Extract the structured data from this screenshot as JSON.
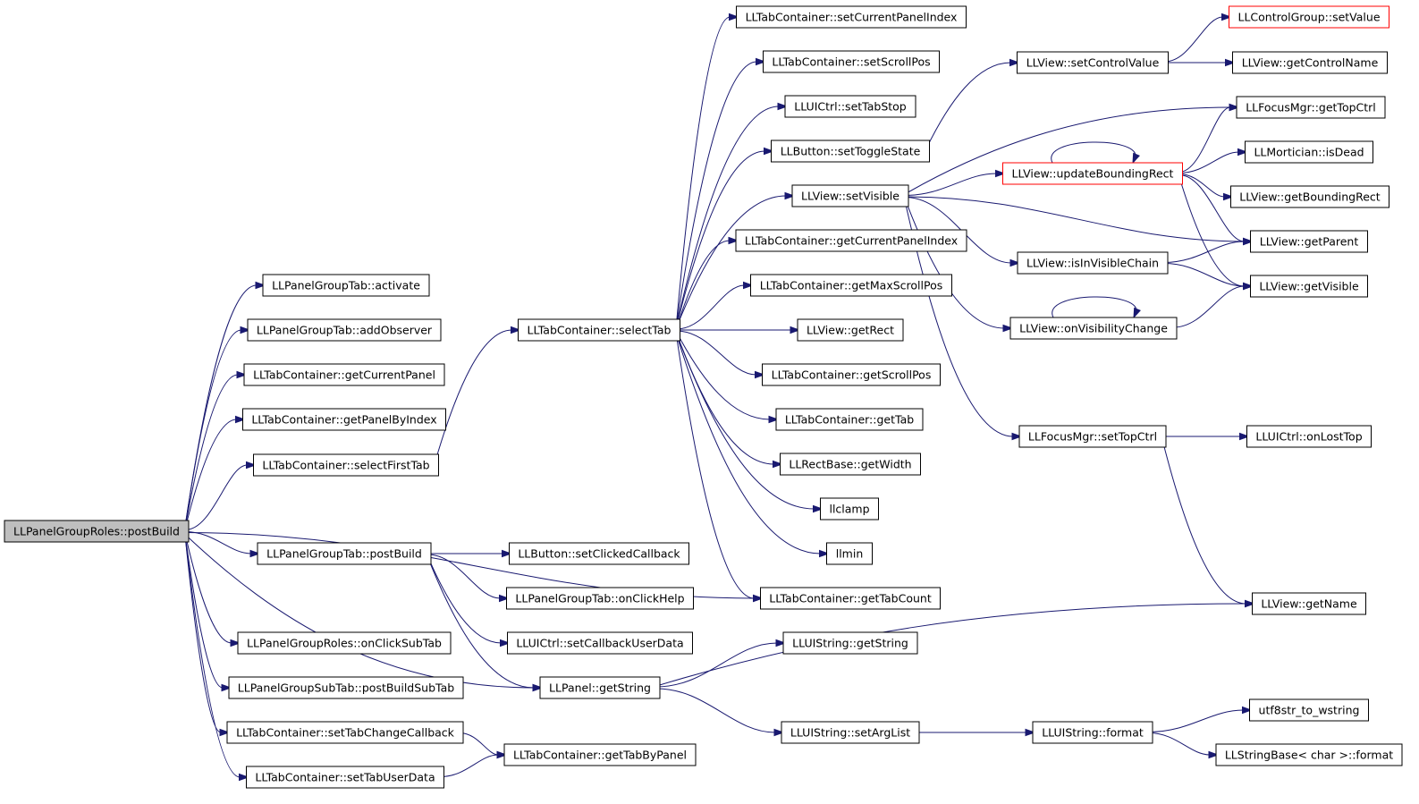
{
  "graph": {
    "nodes": [
      {
        "id": "n0",
        "label": "LLPanelGroupRoles::postBuild",
        "style": "root"
      },
      {
        "id": "n1",
        "label": "LLPanelGroupTab::activate"
      },
      {
        "id": "n2",
        "label": "LLPanelGroupTab::addObserver"
      },
      {
        "id": "n3",
        "label": "LLTabContainer::getCurrentPanel"
      },
      {
        "id": "n4",
        "label": "LLTabContainer::getPanelByIndex"
      },
      {
        "id": "n5",
        "label": "LLTabContainer::selectFirstTab"
      },
      {
        "id": "n6",
        "label": "LLPanelGroupTab::postBuild"
      },
      {
        "id": "n7",
        "label": "LLPanelGroupRoles::onClickSubTab"
      },
      {
        "id": "n8",
        "label": "LLPanelGroupSubTab::postBuildSubTab"
      },
      {
        "id": "n9",
        "label": "LLTabContainer::setTabChangeCallback"
      },
      {
        "id": "n10",
        "label": "LLTabContainer::setTabUserData"
      },
      {
        "id": "n11",
        "label": "LLTabContainer::selectTab"
      },
      {
        "id": "n12",
        "label": "LLButton::setClickedCallback"
      },
      {
        "id": "n13",
        "label": "LLPanelGroupTab::onClickHelp"
      },
      {
        "id": "n14",
        "label": "LLUICtrl::setCallbackUserData"
      },
      {
        "id": "n15",
        "label": "LLPanel::getString"
      },
      {
        "id": "n16",
        "label": "LLTabContainer::getTabByPanel"
      },
      {
        "id": "n17",
        "label": "LLTabContainer::setCurrentPanelIndex"
      },
      {
        "id": "n18",
        "label": "LLTabContainer::setScrollPos"
      },
      {
        "id": "n19",
        "label": "LLUICtrl::setTabStop"
      },
      {
        "id": "n20",
        "label": "LLButton::setToggleState"
      },
      {
        "id": "n21",
        "label": "LLView::setVisible"
      },
      {
        "id": "n22",
        "label": "LLTabContainer::getCurrentPanelIndex"
      },
      {
        "id": "n23",
        "label": "LLTabContainer::getMaxScrollPos"
      },
      {
        "id": "n24",
        "label": "LLView::getRect"
      },
      {
        "id": "n25",
        "label": "LLTabContainer::getScrollPos"
      },
      {
        "id": "n26",
        "label": "LLTabContainer::getTab"
      },
      {
        "id": "n27",
        "label": "LLRectBase::getWidth"
      },
      {
        "id": "n28",
        "label": "llclamp"
      },
      {
        "id": "n29",
        "label": "llmin"
      },
      {
        "id": "n30",
        "label": "LLTabContainer::getTabCount"
      },
      {
        "id": "n31",
        "label": "LLUIString::getString"
      },
      {
        "id": "n32",
        "label": "LLUIString::setArgList"
      },
      {
        "id": "n33",
        "label": "LLView::setControlValue"
      },
      {
        "id": "n34",
        "label": "LLView::updateBoundingRect",
        "style": "truncated"
      },
      {
        "id": "n35",
        "label": "LLView::isInVisibleChain"
      },
      {
        "id": "n36",
        "label": "LLView::onVisibilityChange"
      },
      {
        "id": "n37",
        "label": "LLFocusMgr::setTopCtrl"
      },
      {
        "id": "n38",
        "label": "LLUIString::format"
      },
      {
        "id": "n39",
        "label": "LLControlGroup::setValue",
        "style": "truncated"
      },
      {
        "id": "n40",
        "label": "LLView::getControlName"
      },
      {
        "id": "n41",
        "label": "LLFocusMgr::getTopCtrl"
      },
      {
        "id": "n42",
        "label": "LLMortician::isDead"
      },
      {
        "id": "n43",
        "label": "LLView::getBoundingRect"
      },
      {
        "id": "n44",
        "label": "LLView::getParent"
      },
      {
        "id": "n45",
        "label": "LLView::getVisible"
      },
      {
        "id": "n46",
        "label": "LLUICtrl::onLostTop"
      },
      {
        "id": "n47",
        "label": "LLView::getName"
      },
      {
        "id": "n48",
        "label": "utf8str_to_wstring"
      },
      {
        "id": "n49",
        "label": "LLStringBase< char >::format"
      }
    ],
    "edges": [
      {
        "from": "n0",
        "to": "n1"
      },
      {
        "from": "n0",
        "to": "n2"
      },
      {
        "from": "n0",
        "to": "n3"
      },
      {
        "from": "n0",
        "to": "n4"
      },
      {
        "from": "n0",
        "to": "n5"
      },
      {
        "from": "n0",
        "to": "n6"
      },
      {
        "from": "n0",
        "to": "n7"
      },
      {
        "from": "n0",
        "to": "n8"
      },
      {
        "from": "n0",
        "to": "n9"
      },
      {
        "from": "n0",
        "to": "n10"
      },
      {
        "from": "n0",
        "to": "n30"
      },
      {
        "from": "n0",
        "to": "n15"
      },
      {
        "from": "n5",
        "to": "n11"
      },
      {
        "from": "n6",
        "to": "n12"
      },
      {
        "from": "n6",
        "to": "n13"
      },
      {
        "from": "n6",
        "to": "n14"
      },
      {
        "from": "n6",
        "to": "n15"
      },
      {
        "from": "n9",
        "to": "n16"
      },
      {
        "from": "n10",
        "to": "n16"
      },
      {
        "from": "n11",
        "to": "n17"
      },
      {
        "from": "n11",
        "to": "n18"
      },
      {
        "from": "n11",
        "to": "n19"
      },
      {
        "from": "n11",
        "to": "n20"
      },
      {
        "from": "n11",
        "to": "n21"
      },
      {
        "from": "n11",
        "to": "n22"
      },
      {
        "from": "n11",
        "to": "n23"
      },
      {
        "from": "n11",
        "to": "n24"
      },
      {
        "from": "n11",
        "to": "n25"
      },
      {
        "from": "n11",
        "to": "n26"
      },
      {
        "from": "n11",
        "to": "n27"
      },
      {
        "from": "n11",
        "to": "n28"
      },
      {
        "from": "n11",
        "to": "n29"
      },
      {
        "from": "n11",
        "to": "n30"
      },
      {
        "from": "n15",
        "to": "n31"
      },
      {
        "from": "n15",
        "to": "n32"
      },
      {
        "from": "n15",
        "to": "n47"
      },
      {
        "from": "n20",
        "to": "n33"
      },
      {
        "from": "n21",
        "to": "n34"
      },
      {
        "from": "n21",
        "to": "n35"
      },
      {
        "from": "n21",
        "to": "n36"
      },
      {
        "from": "n21",
        "to": "n37"
      },
      {
        "from": "n21",
        "to": "n41"
      },
      {
        "from": "n21",
        "to": "n44"
      },
      {
        "from": "n32",
        "to": "n38"
      },
      {
        "from": "n33",
        "to": "n39"
      },
      {
        "from": "n33",
        "to": "n40"
      },
      {
        "from": "n34",
        "to": "n34"
      },
      {
        "from": "n34",
        "to": "n41"
      },
      {
        "from": "n34",
        "to": "n42"
      },
      {
        "from": "n34",
        "to": "n43"
      },
      {
        "from": "n34",
        "to": "n44"
      },
      {
        "from": "n34",
        "to": "n45"
      },
      {
        "from": "n35",
        "to": "n44"
      },
      {
        "from": "n35",
        "to": "n45"
      },
      {
        "from": "n36",
        "to": "n36"
      },
      {
        "from": "n36",
        "to": "n45"
      },
      {
        "from": "n37",
        "to": "n46"
      },
      {
        "from": "n37",
        "to": "n47"
      },
      {
        "from": "n38",
        "to": "n48"
      },
      {
        "from": "n38",
        "to": "n49"
      }
    ]
  }
}
